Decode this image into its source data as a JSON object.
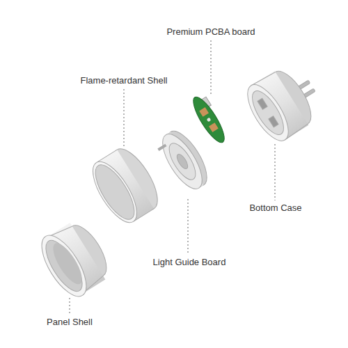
{
  "diagram": {
    "labels": [
      "Premium PCBA board",
      "Flame-retardant Shell",
      "Bottom Case",
      "Light Guide Board",
      "Panel Shell"
    ]
  }
}
